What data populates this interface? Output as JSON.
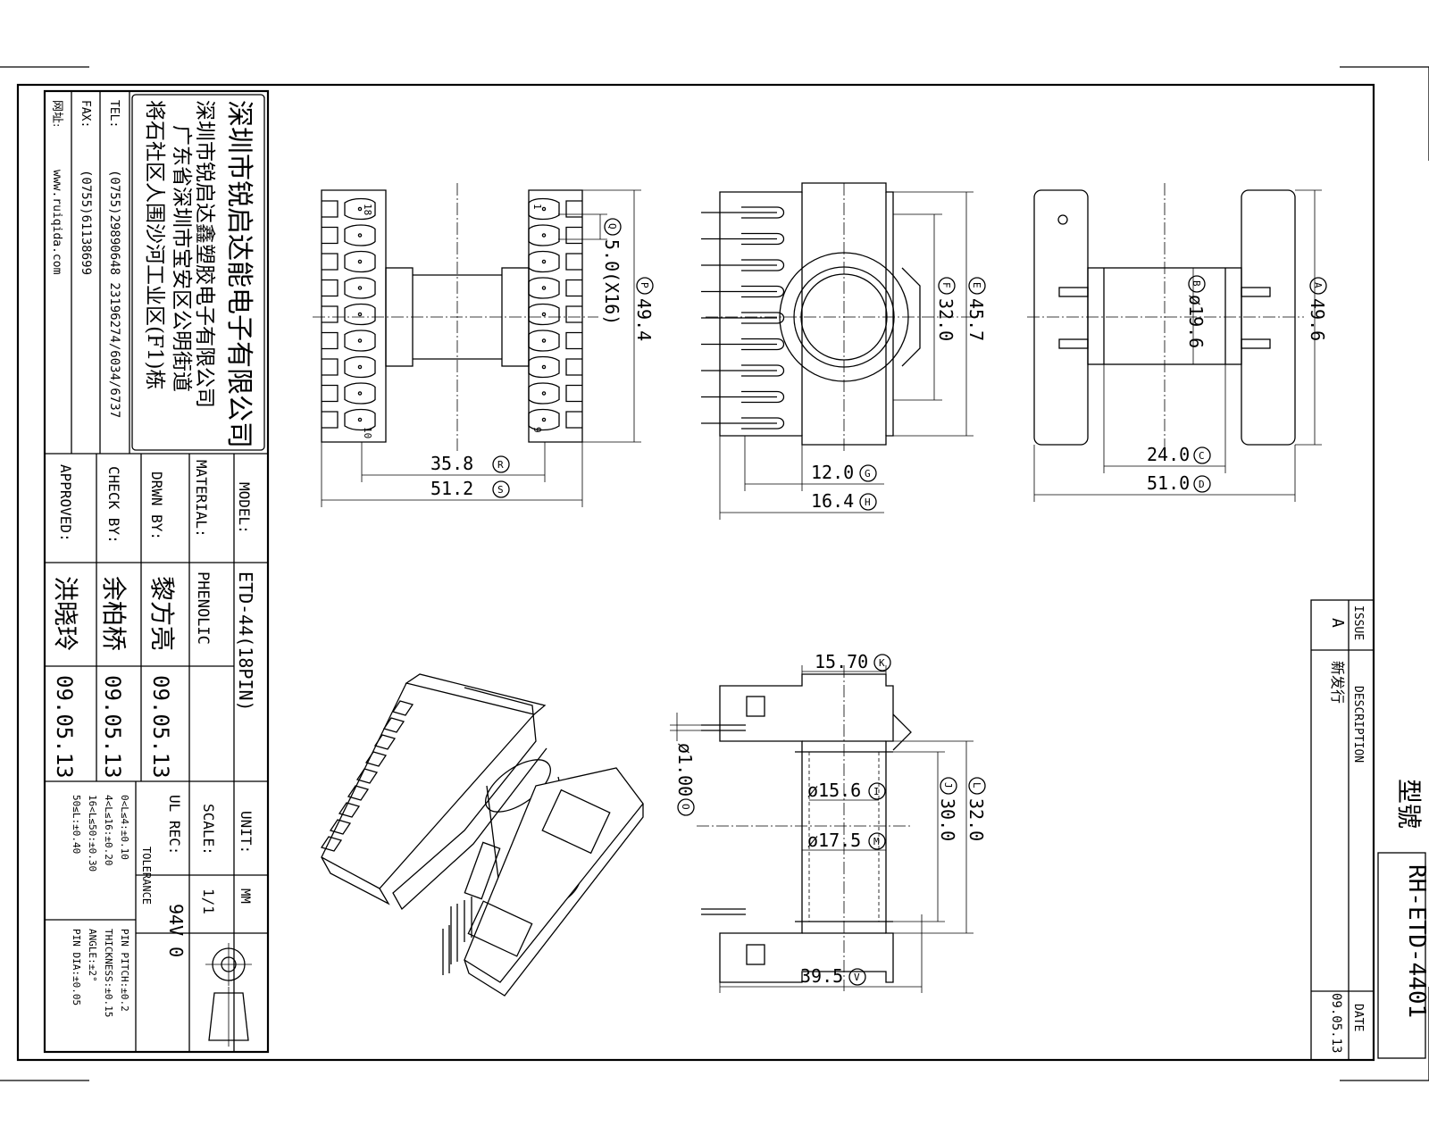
{
  "company": {
    "name": "深圳市锐启达能电子有限公司",
    "name2": "深圳市锐启达鑫塑胶电子有限公司",
    "addr1": "广东省深圳市宝安区公明街道",
    "addr2": "将石社区人围沙河工业区(F1)栋",
    "tel_label": "TEL:",
    "tel": "(0755)29890648  23196274/6034/6737",
    "fax_label": "FAX:",
    "fax": "(0755)61138699",
    "web_label": "网址:",
    "web": "www.ruiqida.com"
  },
  "title_block": {
    "model_label": "MODEL:",
    "model": "ETD-44(18PIN)",
    "material_label": "MATERIAL:",
    "material": "PHENOLIC",
    "drwn_label": "DRWN BY:",
    "drwn_name": "黎方亮",
    "drwn_date": "09.05.13",
    "check_label": "CHECK BY:",
    "check_name": "余柏桥",
    "check_date": "09.05.13",
    "approved_label": "APPROVED:",
    "approved_name": "洪晓玲",
    "approved_date": "09.05.13",
    "unit_label": "UNIT:",
    "unit": "MM",
    "scale_label": "SCALE:",
    "scale": "1/1",
    "ul_label": "UL REC:",
    "ul": "94V 0",
    "tolerance_label": "TOLERANCE",
    "tol": [
      "0<L≤4:±0.10",
      "4<L≤16:±0.20",
      "16<L≤50:±0.30",
      "50≤L:±0.40"
    ],
    "tol2": [
      "PIN PITCH:±0.2",
      "THICKNESS:±0.15",
      "ANGLE:±2°",
      "PIN DIA:±0.05"
    ]
  },
  "revision": {
    "issue_label": "ISSUE",
    "desc_label": "DESCRIPTION",
    "date_label": "DATE",
    "issue": "A",
    "desc": "新发行",
    "date": "09.05.13"
  },
  "part": {
    "label": "型號",
    "number": "RH-ETD-4401"
  },
  "dims": {
    "A": "49.6",
    "B": "ø19.6",
    "C": "24.0",
    "D": "51.0",
    "E": "45.7",
    "F": "32.0",
    "G": "12.0",
    "H": "16.4",
    "I": "ø15.6",
    "J": "30.0",
    "K": "15.70",
    "L": "32.0",
    "M": "ø17.5",
    "O": "ø1.00",
    "P": "49.4",
    "Q": "5.0(X16)",
    "R": "35.8",
    "S": "51.2",
    "V": "39.5"
  },
  "letters": {
    "A": "A",
    "B": "B",
    "C": "C",
    "D": "D",
    "E": "E",
    "F": "F",
    "G": "G",
    "H": "H",
    "I": "I",
    "J": "J",
    "K": "K",
    "L": "L",
    "M": "M",
    "O": "O",
    "P": "P",
    "Q": "Q",
    "R": "R",
    "S": "S",
    "V": "V"
  },
  "pins": {
    "p1": "1",
    "p9": "9",
    "p10": "10",
    "p18": "18"
  }
}
